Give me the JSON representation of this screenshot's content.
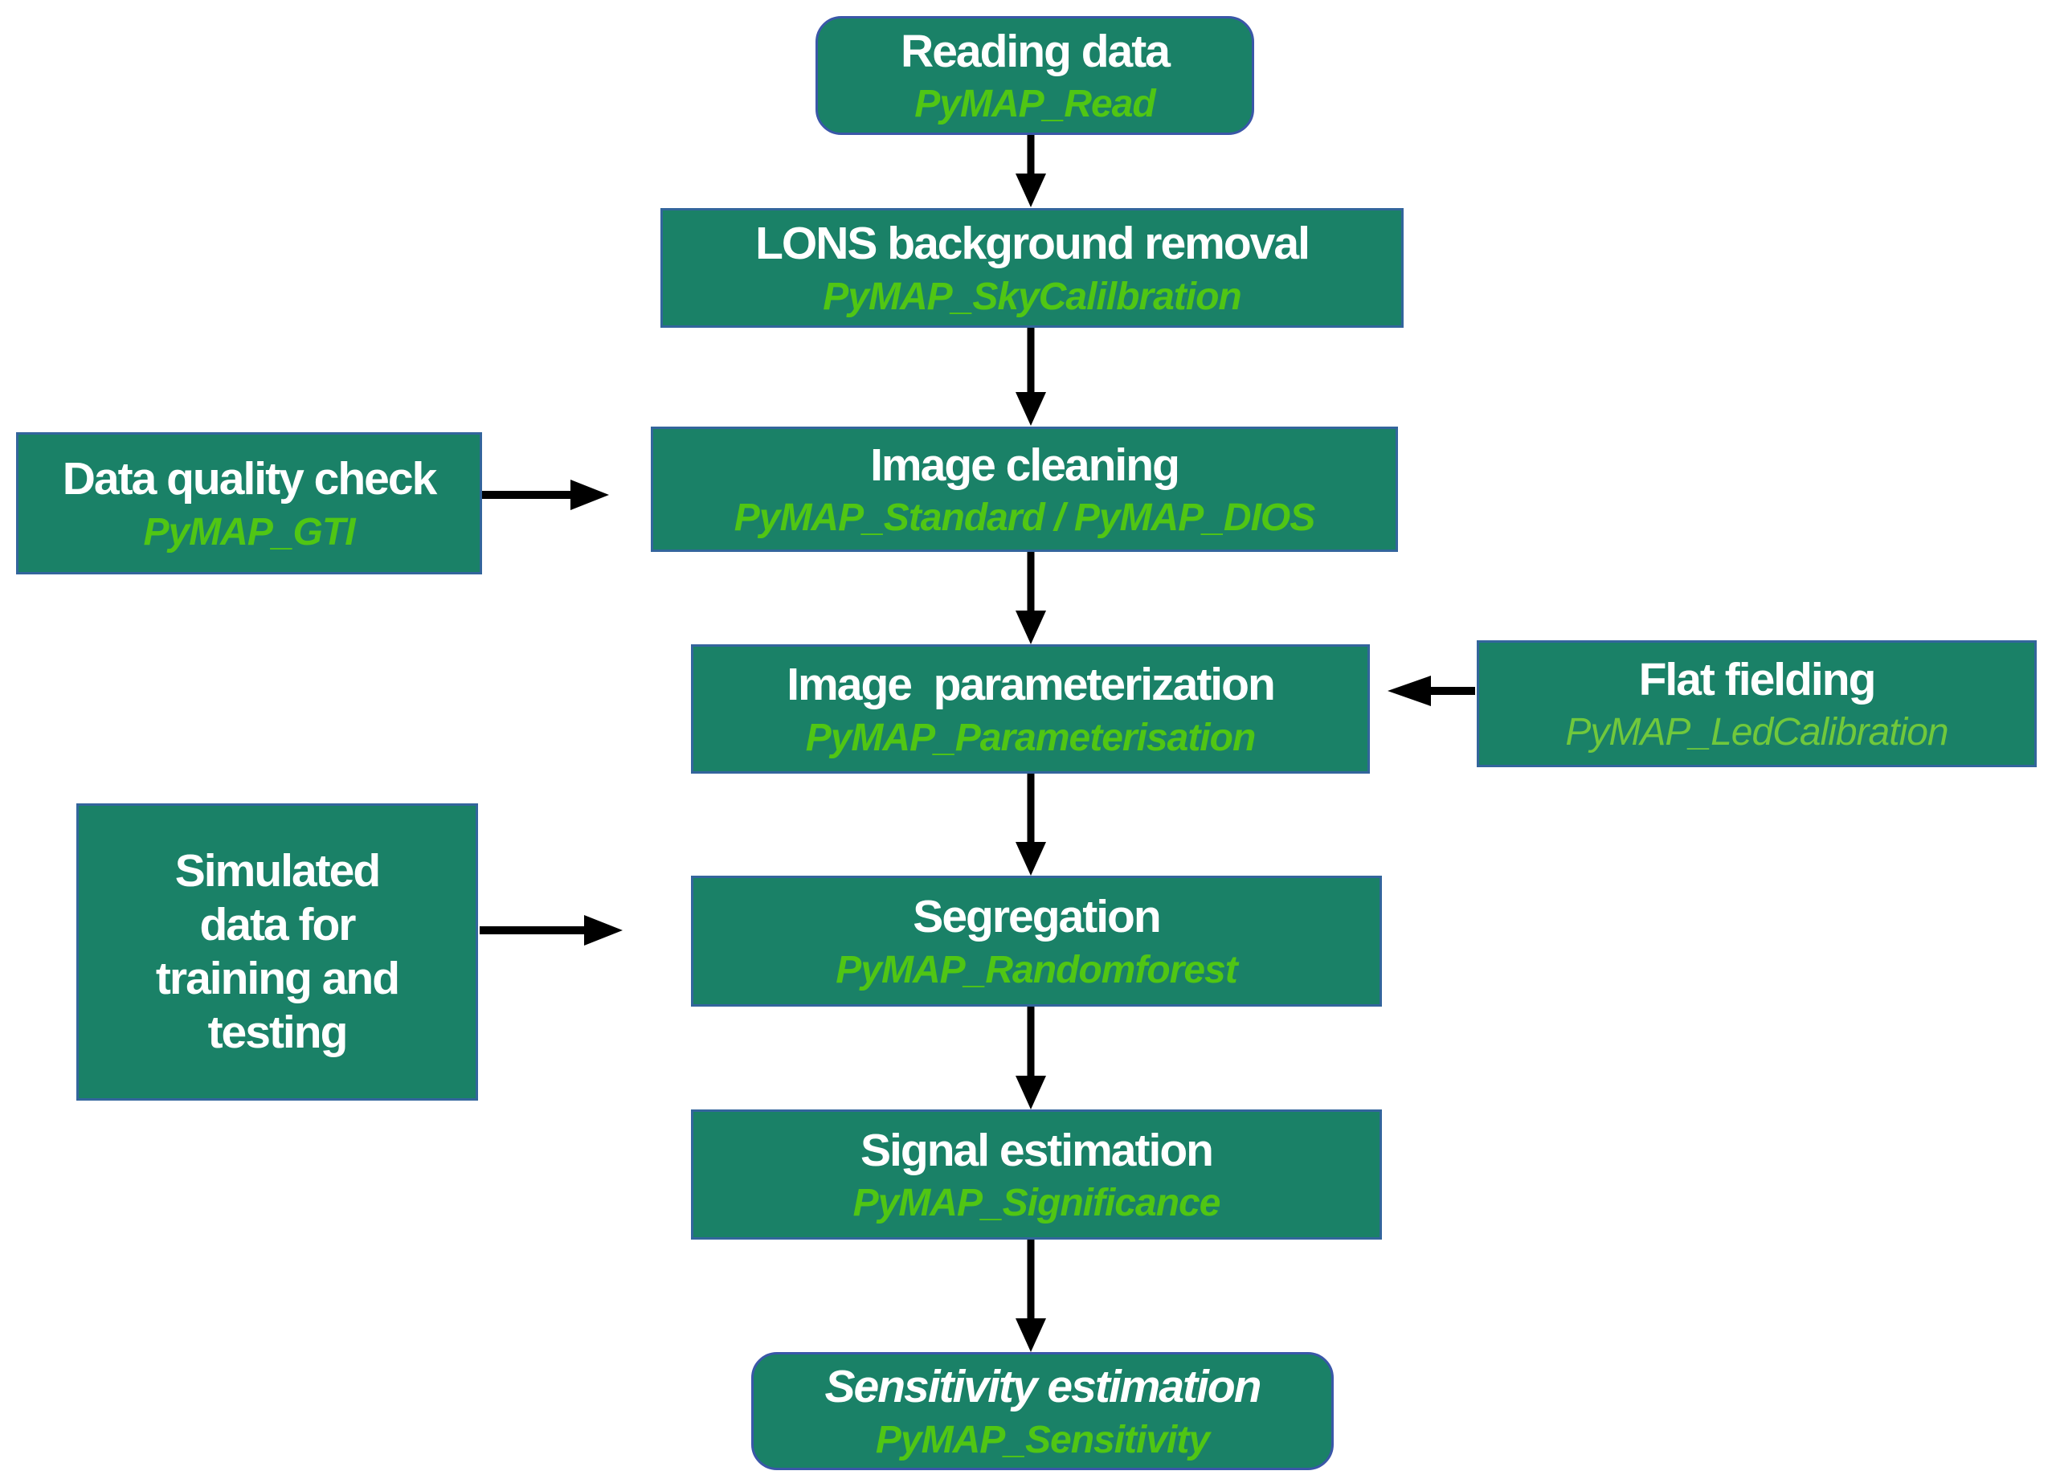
{
  "diagram": {
    "title": "PyMAP analysis pipeline flowchart",
    "colors": {
      "background": "#FFFFFF",
      "box_fill": "#1A8167",
      "box_border": "#33659C",
      "rounded_box_border": "#3A57A8",
      "title_text": "#FFFFFF",
      "subtitle_green": "#50C614",
      "subtitle_light_green": "#70C83C",
      "arrow": "#000000"
    },
    "nodes": [
      {
        "id": "reading-data",
        "title": "Reading data",
        "subtitle": "PyMAP_Read",
        "shape": "rounded"
      },
      {
        "id": "lons-background-removal",
        "title": "LONS background removal",
        "subtitle": "PyMAP_SkyCalilbration",
        "shape": "rect"
      },
      {
        "id": "data-quality-check",
        "title": "Data quality check",
        "subtitle": "PyMAP_GTI",
        "shape": "rect"
      },
      {
        "id": "image-cleaning",
        "title": "Image cleaning",
        "subtitle": "PyMAP_Standard / PyMAP_DIOS",
        "shape": "rect"
      },
      {
        "id": "image-parameterization",
        "title": "Image  parameterization",
        "subtitle": "PyMAP_Parameterisation",
        "shape": "rect"
      },
      {
        "id": "flat-fielding",
        "title": "Flat fielding",
        "subtitle": "PyMAP_LedCalibration",
        "shape": "rect"
      },
      {
        "id": "simulated-data",
        "title": "Simulated\ndata for\ntraining and\ntesting",
        "shape": "rect"
      },
      {
        "id": "segregation",
        "title": "Segregation",
        "subtitle": "PyMAP_Randomforest",
        "shape": "rect"
      },
      {
        "id": "signal-estimation",
        "title": "Signal estimation",
        "subtitle": "PyMAP_Significance",
        "shape": "rect"
      },
      {
        "id": "sensitivity-estimation",
        "title": "Sensitivity estimation",
        "subtitle": "PyMAP_Sensitivity",
        "shape": "rounded"
      }
    ],
    "edges": [
      {
        "from": "reading-data",
        "to": "lons-background-removal",
        "direction": "down"
      },
      {
        "from": "lons-background-removal",
        "to": "image-cleaning",
        "direction": "down"
      },
      {
        "from": "data-quality-check",
        "to": "image-cleaning",
        "direction": "right"
      },
      {
        "from": "image-cleaning",
        "to": "image-parameterization",
        "direction": "down"
      },
      {
        "from": "flat-fielding",
        "to": "image-parameterization",
        "direction": "left"
      },
      {
        "from": "image-parameterization",
        "to": "segregation",
        "direction": "down"
      },
      {
        "from": "simulated-data",
        "to": "segregation",
        "direction": "right"
      },
      {
        "from": "segregation",
        "to": "signal-estimation",
        "direction": "down"
      },
      {
        "from": "signal-estimation",
        "to": "sensitivity-estimation",
        "direction": "down"
      }
    ]
  }
}
